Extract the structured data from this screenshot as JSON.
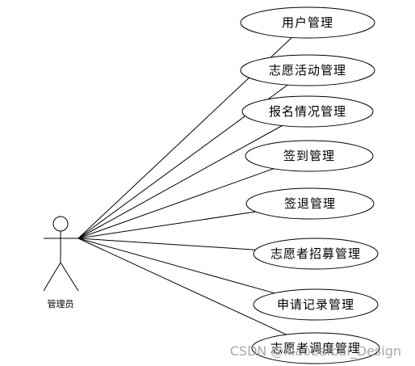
{
  "actor": {
    "label": "管理员"
  },
  "use_cases": [
    {
      "id": "user-management",
      "label": "用户管理"
    },
    {
      "id": "volunteer-activity-management",
      "label": "志愿活动管理"
    },
    {
      "id": "registration-status-management",
      "label": "报名情况管理"
    },
    {
      "id": "check-in-management",
      "label": "签到管理"
    },
    {
      "id": "check-out-management",
      "label": "签退管理"
    },
    {
      "id": "volunteer-recruitment-management",
      "label": "志愿者招募管理"
    },
    {
      "id": "application-record-management",
      "label": "申请记录管理"
    },
    {
      "id": "volunteer-dispatch-management",
      "label": "志愿者调度管理"
    }
  ],
  "watermark": {
    "text": "CSDN @xiaobaibai_Design"
  },
  "colors": {
    "line": "#000000",
    "background": "#ffffff",
    "watermark": "#9a9a9a"
  }
}
